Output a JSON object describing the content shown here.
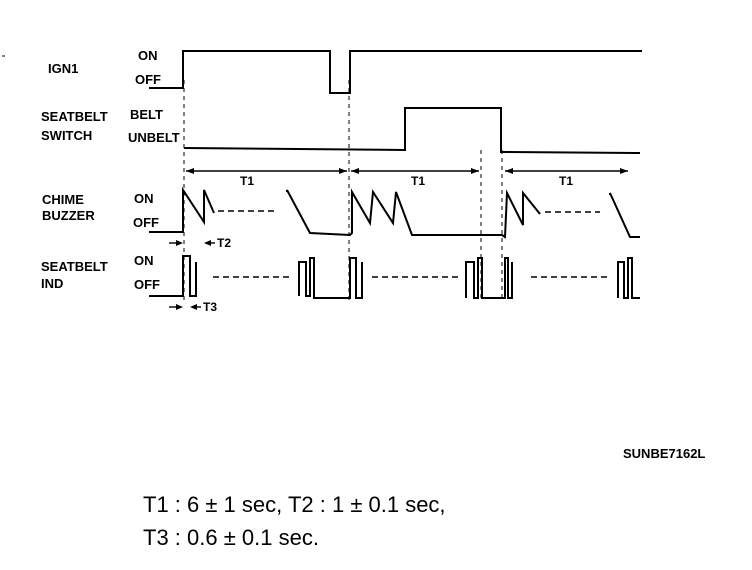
{
  "signals": {
    "ign1": {
      "name": "IGN1",
      "high": "ON",
      "low": "OFF"
    },
    "seatbelt_switch": {
      "name_line1": "SEATBELT",
      "name_line2": "SWITCH",
      "high": "BELT",
      "low": "UNBELT"
    },
    "chime_buzzer": {
      "name_line1": "CHIME",
      "name_line2": "BUZZER",
      "high": "ON",
      "low": "OFF"
    },
    "seatbelt_ind": {
      "name_line1": "SEATBELT",
      "name_line2": "IND",
      "high": "ON",
      "low": "OFF"
    }
  },
  "timings": {
    "t1": "T1",
    "t2": "T2",
    "t3": "T3"
  },
  "figure_code": "SUNBE7162L",
  "notes": {
    "line1": "T1 : 6 ± 1 sec, T2 : 1 ± 0.1 sec,",
    "line2": "T3 : 0.6 ± 0.1 sec."
  }
}
